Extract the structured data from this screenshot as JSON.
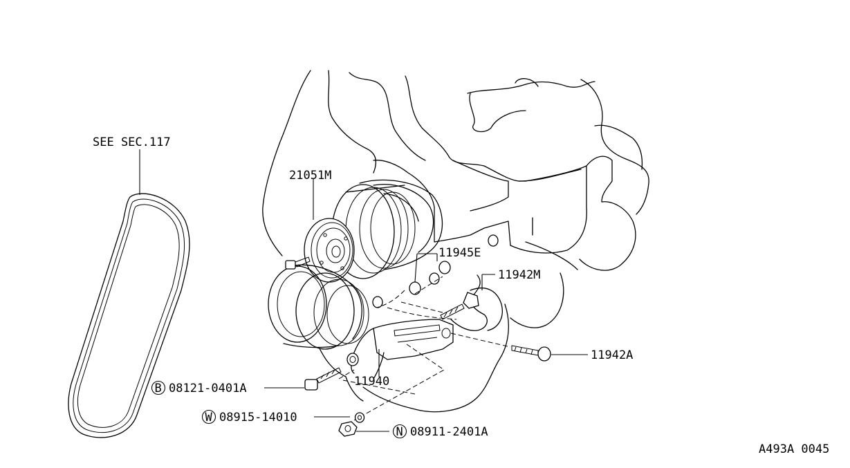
{
  "diagram": {
    "reference_note": "SEE SEC.117",
    "labels": {
      "alternator_pulley": "21051M",
      "bracket_bolt_e": "11945E",
      "adjust_bracket_m": "11942M",
      "adjust_bolt_a": "11942A",
      "alternator_bracket": "11940"
    },
    "fasteners": [
      {
        "symbol": "B",
        "part_no": "08121-0401A",
        "icon": "bolt-icon"
      },
      {
        "symbol": "W",
        "part_no": "08915-14010",
        "icon": "washer-icon"
      },
      {
        "symbol": "N",
        "part_no": "08911-2401A",
        "icon": "nut-icon"
      }
    ],
    "drawing_code": "A493A 0045"
  }
}
